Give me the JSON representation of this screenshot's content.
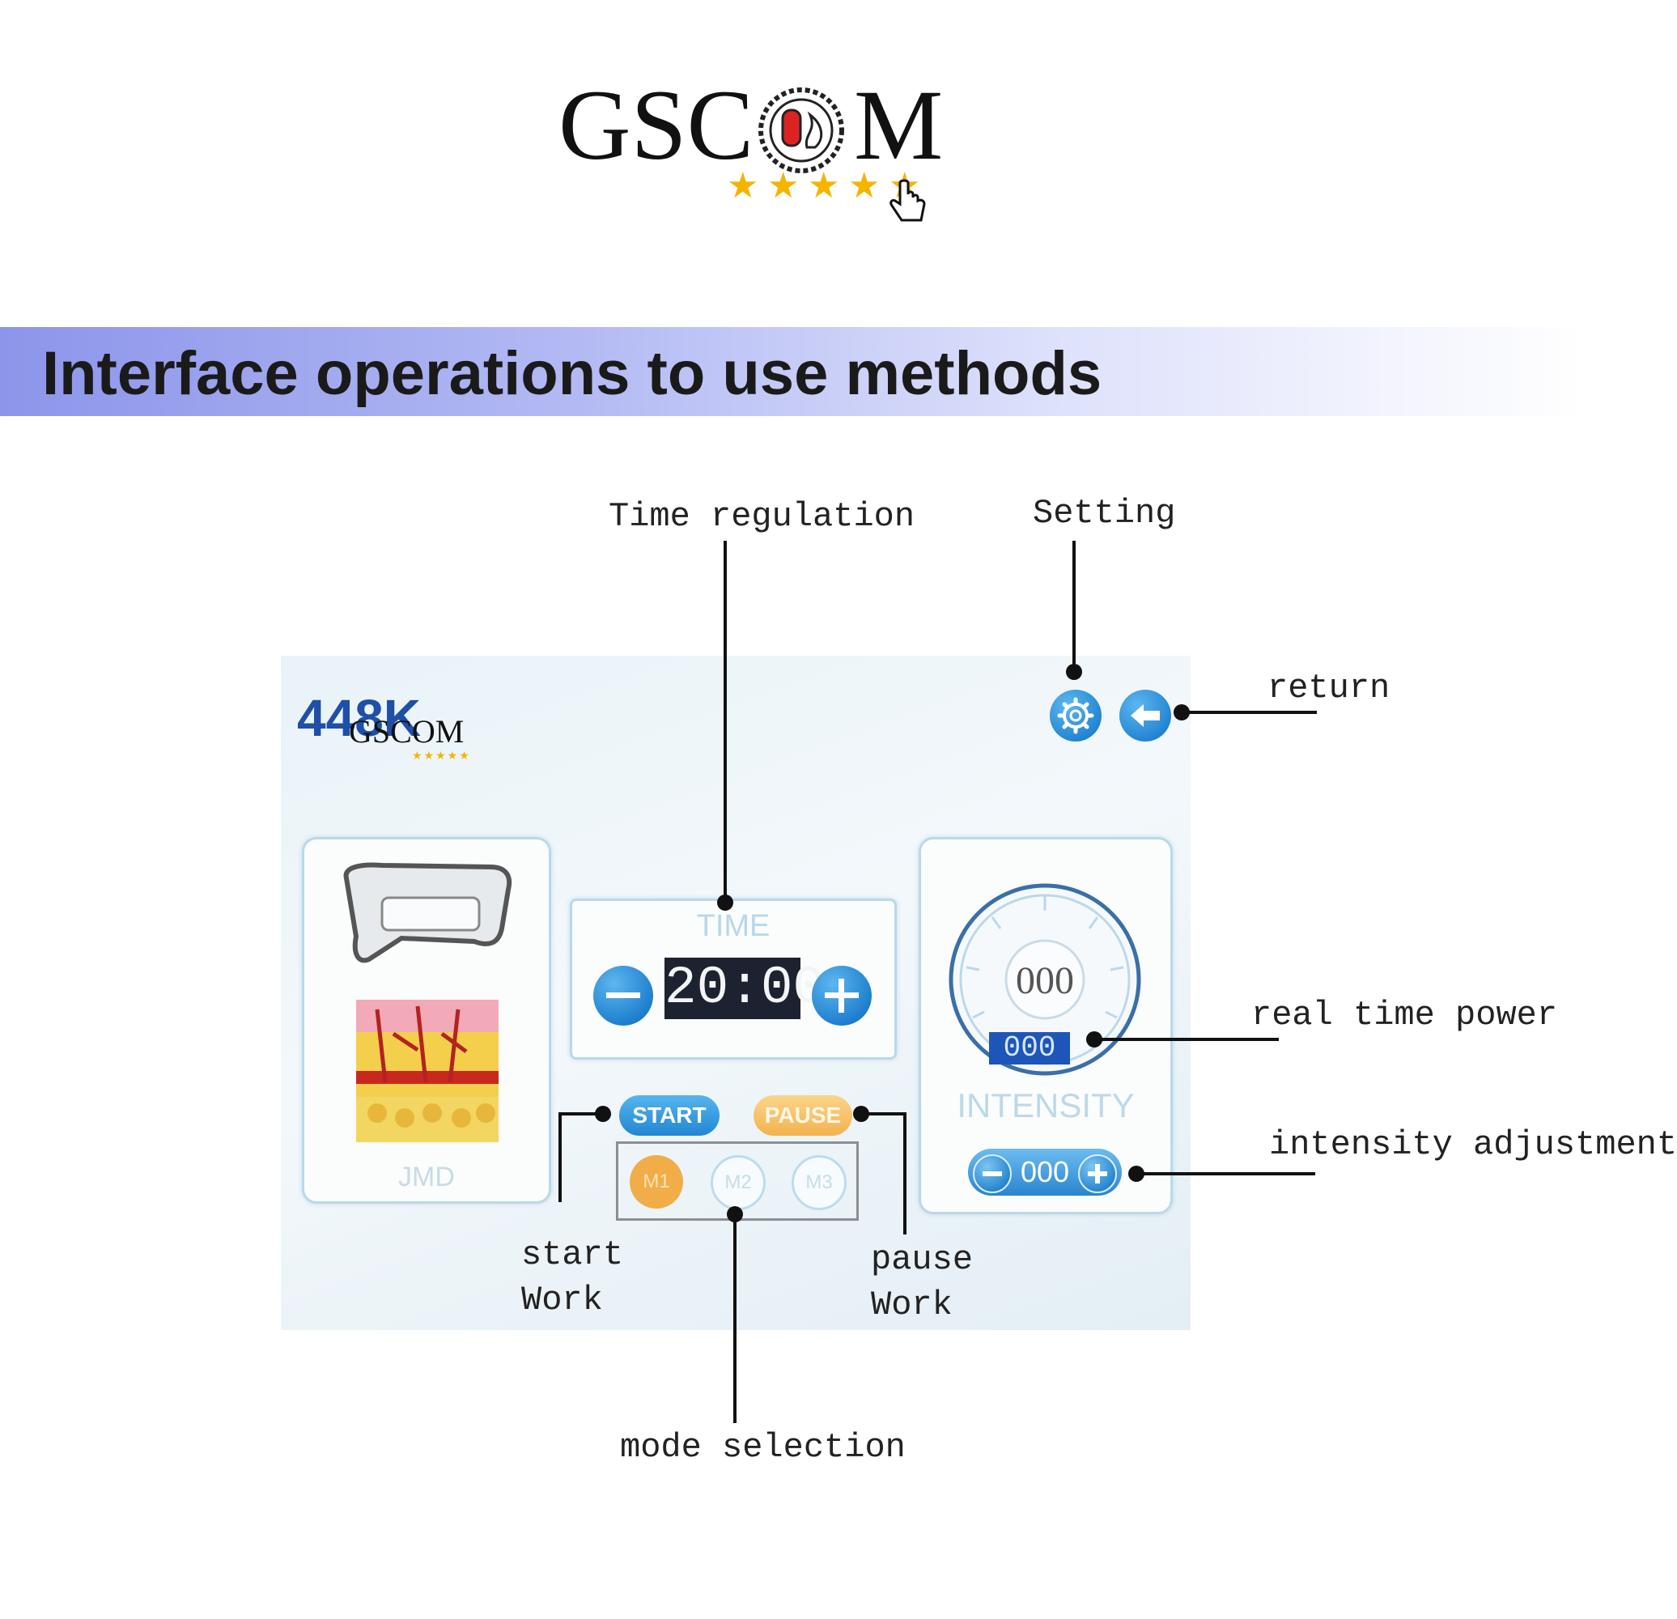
{
  "logo": {
    "text_left": "GSC",
    "text_right": "M",
    "brand": "GSCOM",
    "star_color": "#f4b400"
  },
  "banner": {
    "title": "Interface operations to use methods"
  },
  "callouts": {
    "time_regulation": "Time regulation",
    "setting": "Setting",
    "return": "return",
    "real_time_power": "real time power",
    "intensity_adjustment": "intensity adjustment",
    "start_work_line1": "start",
    "start_work_line2": "Work",
    "pause_work_line1": "pause",
    "pause_work_line2": "Work",
    "mode_selection": "mode selection"
  },
  "screen": {
    "model": "448K",
    "watermark": "GSCOM",
    "handpiece_label": "JMD",
    "time_label": "TIME",
    "time_value": "20:00",
    "start_label": "START",
    "pause_label": "PAUSE",
    "modes": [
      "M1",
      "M2",
      "M3"
    ],
    "gauge_value": "000",
    "power_readout": "000",
    "intensity_label": "INTENSITY",
    "intensity_value": "000",
    "colors": {
      "accent_blue": "#1f80cf",
      "pause_orange": "#f3b24f",
      "display_dark": "#1d2230",
      "readout_blue": "#1d56b8"
    },
    "icons": {
      "setting": "gear-icon",
      "return": "arrow-left-icon",
      "minus": "minus-icon",
      "plus": "plus-icon"
    }
  }
}
